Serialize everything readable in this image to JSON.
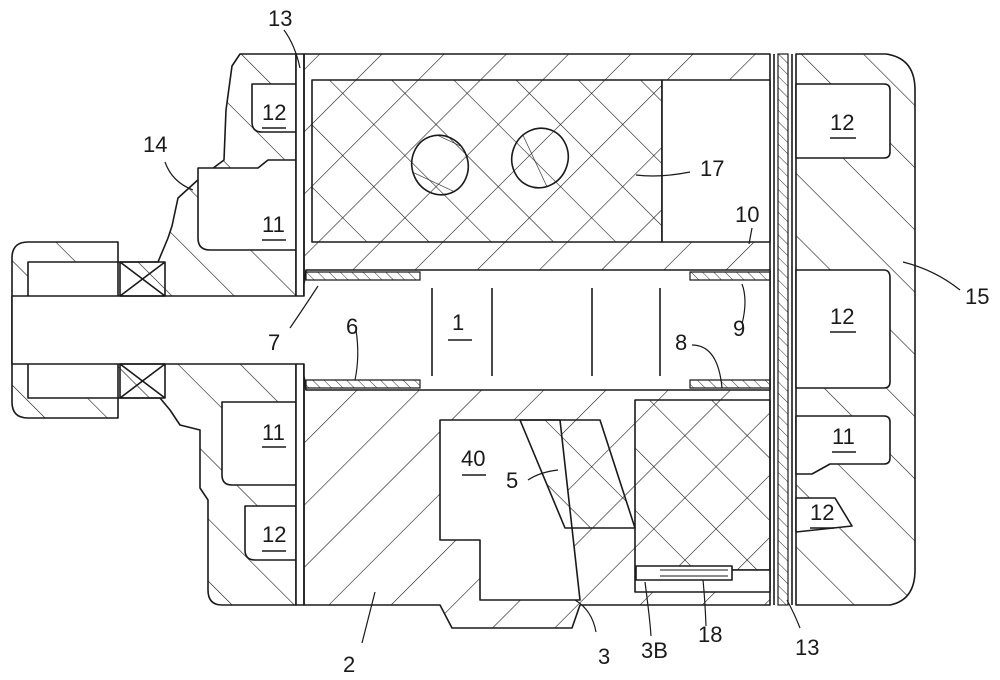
{
  "figure": {
    "type": "mechanical cross-section (patent drawing)",
    "background": "#ffffff",
    "line_color": "#1a1a1a"
  },
  "labels": [
    {
      "id": "13-top",
      "text": "13",
      "underlined": false
    },
    {
      "id": "12-upper-left",
      "text": "12",
      "underlined": true
    },
    {
      "id": "14",
      "text": "14",
      "underlined": false
    },
    {
      "id": "11-upper-left",
      "text": "11",
      "underlined": true
    },
    {
      "id": "7",
      "text": "7",
      "underlined": false
    },
    {
      "id": "6",
      "text": "6",
      "underlined": false
    },
    {
      "id": "1",
      "text": "1",
      "underlined": true
    },
    {
      "id": "17",
      "text": "17",
      "underlined": false
    },
    {
      "id": "10",
      "text": "10",
      "underlined": false
    },
    {
      "id": "9",
      "text": "9",
      "underlined": false
    },
    {
      "id": "8",
      "text": "8",
      "underlined": false
    },
    {
      "id": "12-upper-right",
      "text": "12",
      "underlined": true
    },
    {
      "id": "12-mid-right",
      "text": "12",
      "underlined": true
    },
    {
      "id": "15",
      "text": "15",
      "underlined": false
    },
    {
      "id": "11-lower-left",
      "text": "11",
      "underlined": true
    },
    {
      "id": "12-lower-left",
      "text": "12",
      "underlined": true
    },
    {
      "id": "40",
      "text": "40",
      "underlined": true
    },
    {
      "id": "5",
      "text": "5",
      "underlined": false
    },
    {
      "id": "11-lower-right",
      "text": "11",
      "underlined": true
    },
    {
      "id": "12-lower-right",
      "text": "12",
      "underlined": true
    },
    {
      "id": "2",
      "text": "2",
      "underlined": false
    },
    {
      "id": "3",
      "text": "3",
      "underlined": false
    },
    {
      "id": "3B",
      "text": "3B",
      "underlined": false
    },
    {
      "id": "18",
      "text": "18",
      "underlined": false
    },
    {
      "id": "13-bottom",
      "text": "13",
      "underlined": false
    }
  ]
}
